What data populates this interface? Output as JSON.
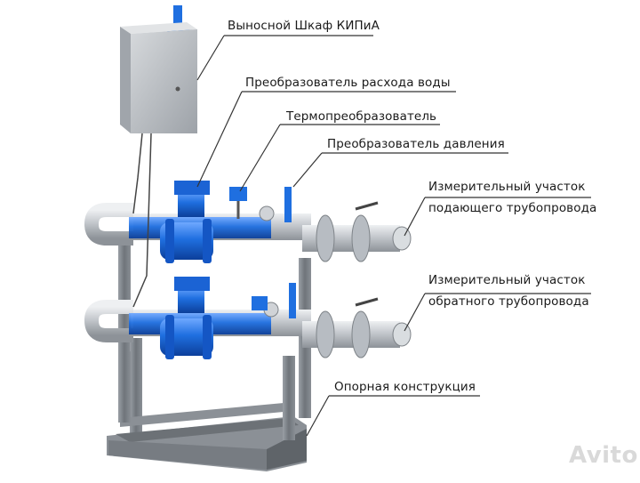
{
  "labels": {
    "cabinet": "Выносной Шкаф КИПиА",
    "flow_converter": "Преобразователь расхода воды",
    "thermo_converter": "Термопреобразователь",
    "pressure_converter": "Преобразователь давления",
    "supply_line1": "Измерительный участок",
    "supply_line2": "подающего трубопровода",
    "return_line1": "Измерительный участок",
    "return_line2": "обратного трубопровода",
    "support": "Опорная конструкция"
  },
  "watermark": "Avito",
  "colors": {
    "pipe_blue": "#1f6fe0",
    "steel": "#b7bcc2",
    "frame": "#7e8389",
    "line": "#333333"
  }
}
